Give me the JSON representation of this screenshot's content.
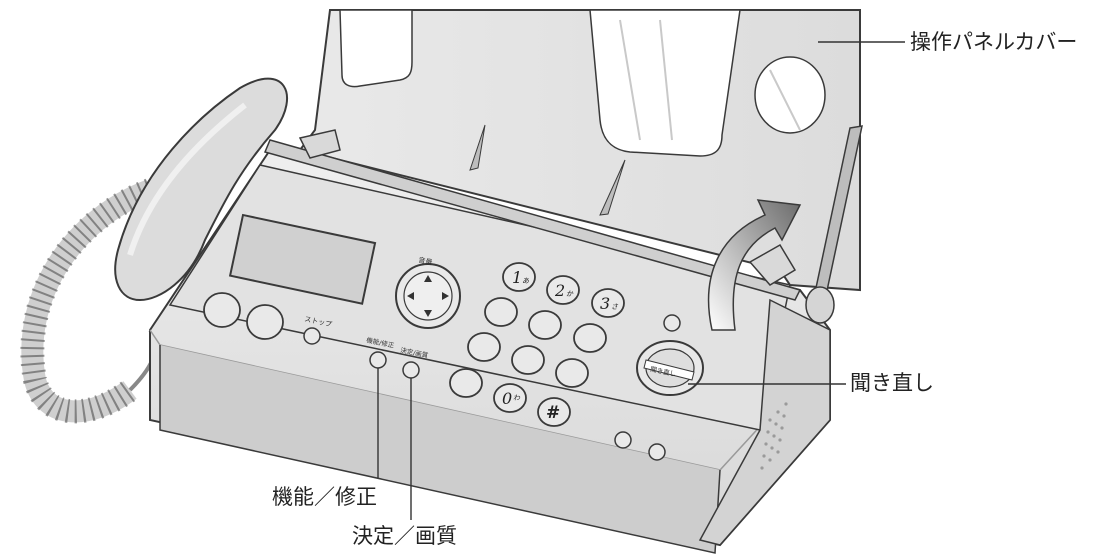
{
  "callouts": {
    "panel_cover": "操作パネルカバー",
    "replay": "聞き直し",
    "function_edit": "機能／修正",
    "set_quality": "決定／画質"
  },
  "device_labels": {
    "stop": "ストップ",
    "volume": "音量",
    "function_edit": "機能/修正",
    "set_quality": "決定/画質",
    "replay_button": "聞き直し"
  },
  "keypad": {
    "key1": "1",
    "key1_kana": "あ",
    "key2": "2",
    "key2_kana": "か",
    "key3": "3",
    "key3_kana": "さ",
    "key0": "0",
    "key0_kana": "わ",
    "hash": "#"
  },
  "colors": {
    "body": "#e6e6e6",
    "shadow": "#c9c9c9",
    "outline": "#3a3a3a",
    "arrow": "#3a3a3a"
  }
}
